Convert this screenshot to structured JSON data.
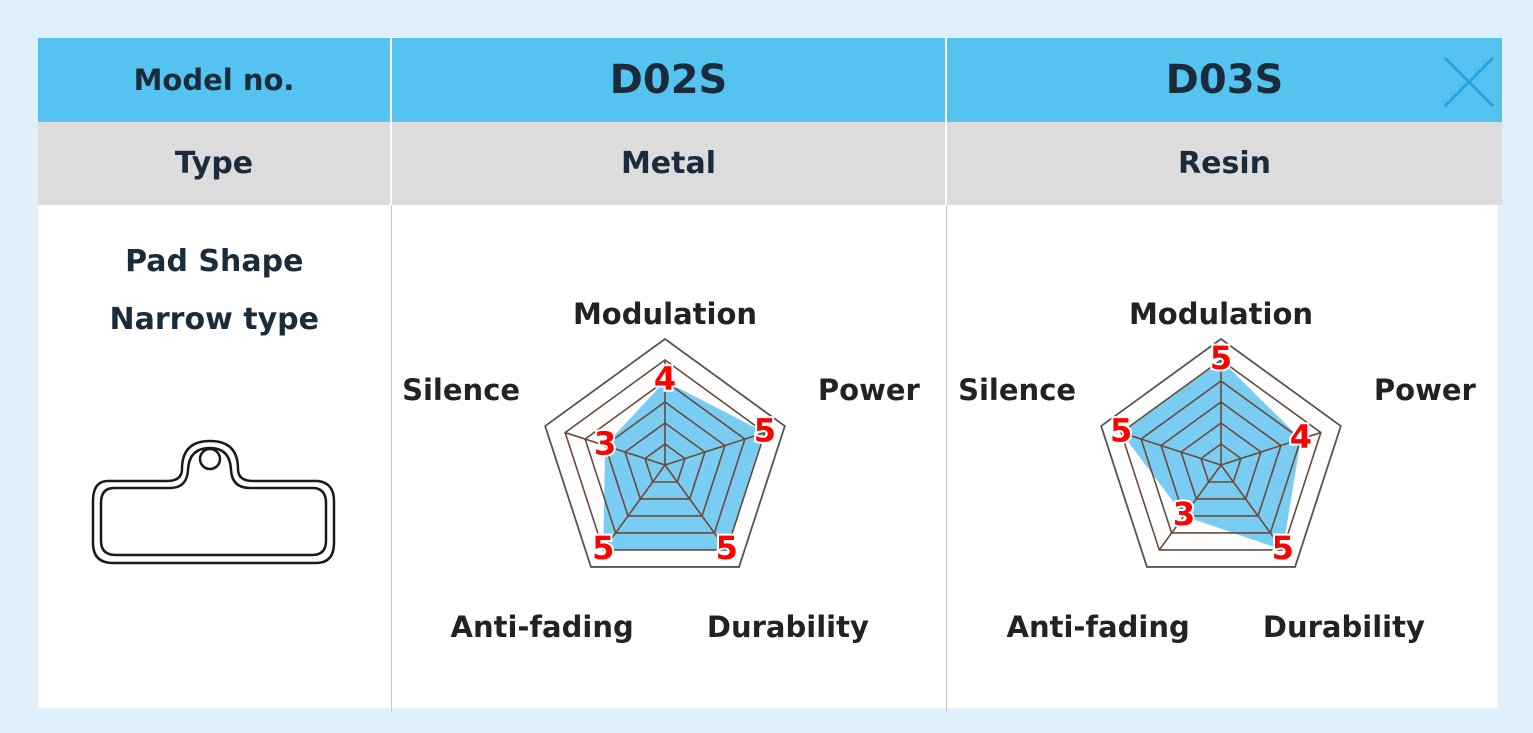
{
  "table": {
    "header_label": "Model no.",
    "type_label": "Type",
    "shape_label_line1": "Pad Shape",
    "shape_label_line2": "Narrow type",
    "close_icon": "close-icon"
  },
  "colors": {
    "header_bg": "#55c3f0",
    "type_bg": "#dcdcdc",
    "fill": "#79cdf3",
    "score": "#ff0000",
    "close": "#1ea6e6"
  },
  "chart_data": [
    {
      "type": "radar",
      "model": "D02S",
      "pad_type": "Metal",
      "max": 5,
      "axes": [
        "Modulation",
        "Power",
        "Durability",
        "Anti-fading",
        "Silence"
      ],
      "values": [
        4,
        5,
        5,
        5,
        3
      ]
    },
    {
      "type": "radar",
      "model": "D03S",
      "pad_type": "Resin",
      "max": 5,
      "axes": [
        "Modulation",
        "Power",
        "Durability",
        "Anti-fading",
        "Silence"
      ],
      "values": [
        5,
        4,
        5,
        3,
        5
      ]
    }
  ]
}
